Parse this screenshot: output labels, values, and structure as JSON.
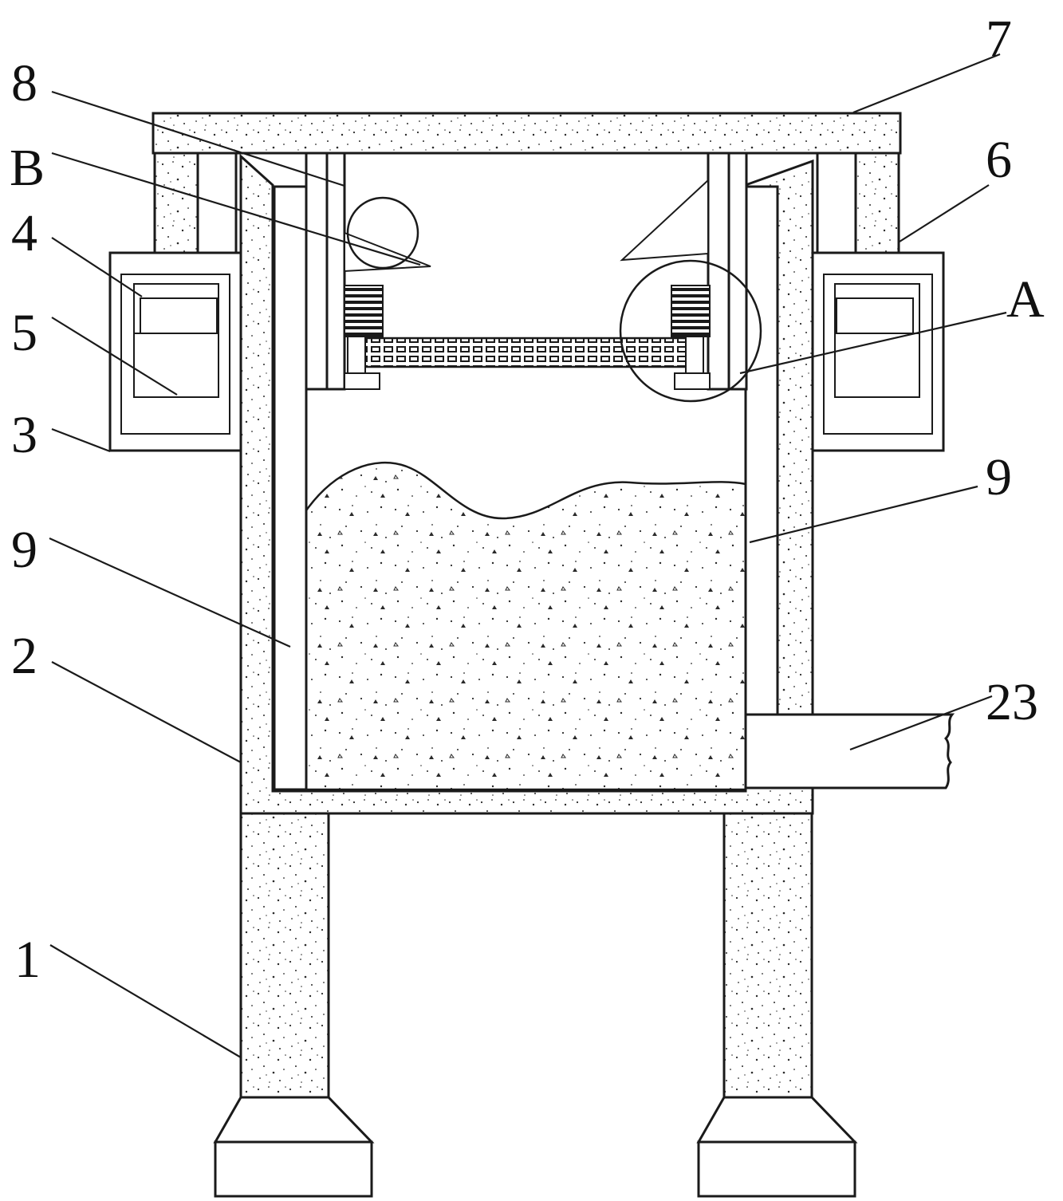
{
  "labels": {
    "l1": "1",
    "l2": "2",
    "l3": "3",
    "l4": "4",
    "l5": "5",
    "l6": "6",
    "l7": "7",
    "l8": "8",
    "lB": "B",
    "lA": "A",
    "l9_left": "9",
    "l9_right": "9",
    "l23": "23"
  },
  "colors": {
    "line": "#1a1a1a",
    "speckle": "#2a2a2a",
    "background": "#ffffff"
  }
}
